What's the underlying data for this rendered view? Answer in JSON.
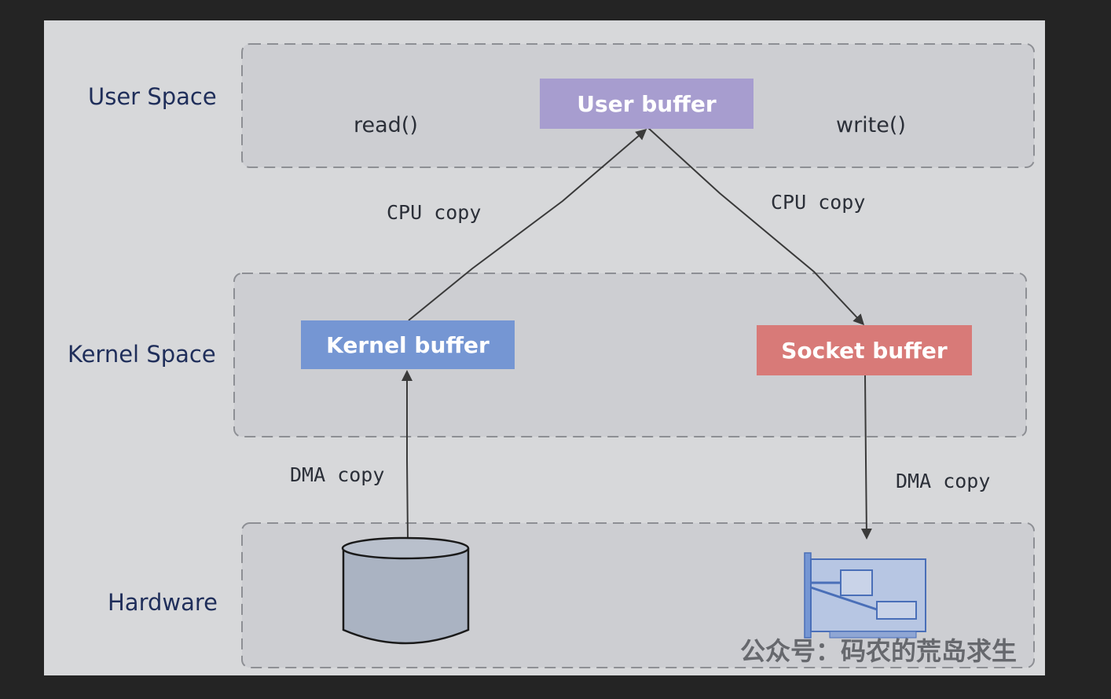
{
  "layers": {
    "user_space": "User Space",
    "kernel_space": "Kernel Space",
    "hardware": "Hardware"
  },
  "calls": {
    "read": "read()",
    "write": "write()"
  },
  "buffers": {
    "user": "User buffer",
    "kernel": "Kernel buffer",
    "socket": "Socket buffer"
  },
  "copies": {
    "cpu_left": "CPU copy",
    "cpu_right": "CPU copy",
    "dma_left": "DMA copy",
    "dma_right": "DMA copy"
  },
  "hardware_icons": [
    "disk-icon",
    "network-card-icon"
  ],
  "colors": {
    "user_buffer": "#a79dcf",
    "kernel_buffer": "#7596d3",
    "socket_buffer": "#d87a78",
    "label_text": "#1f2e5a"
  },
  "watermark": "公众号：码农的荒岛求生"
}
